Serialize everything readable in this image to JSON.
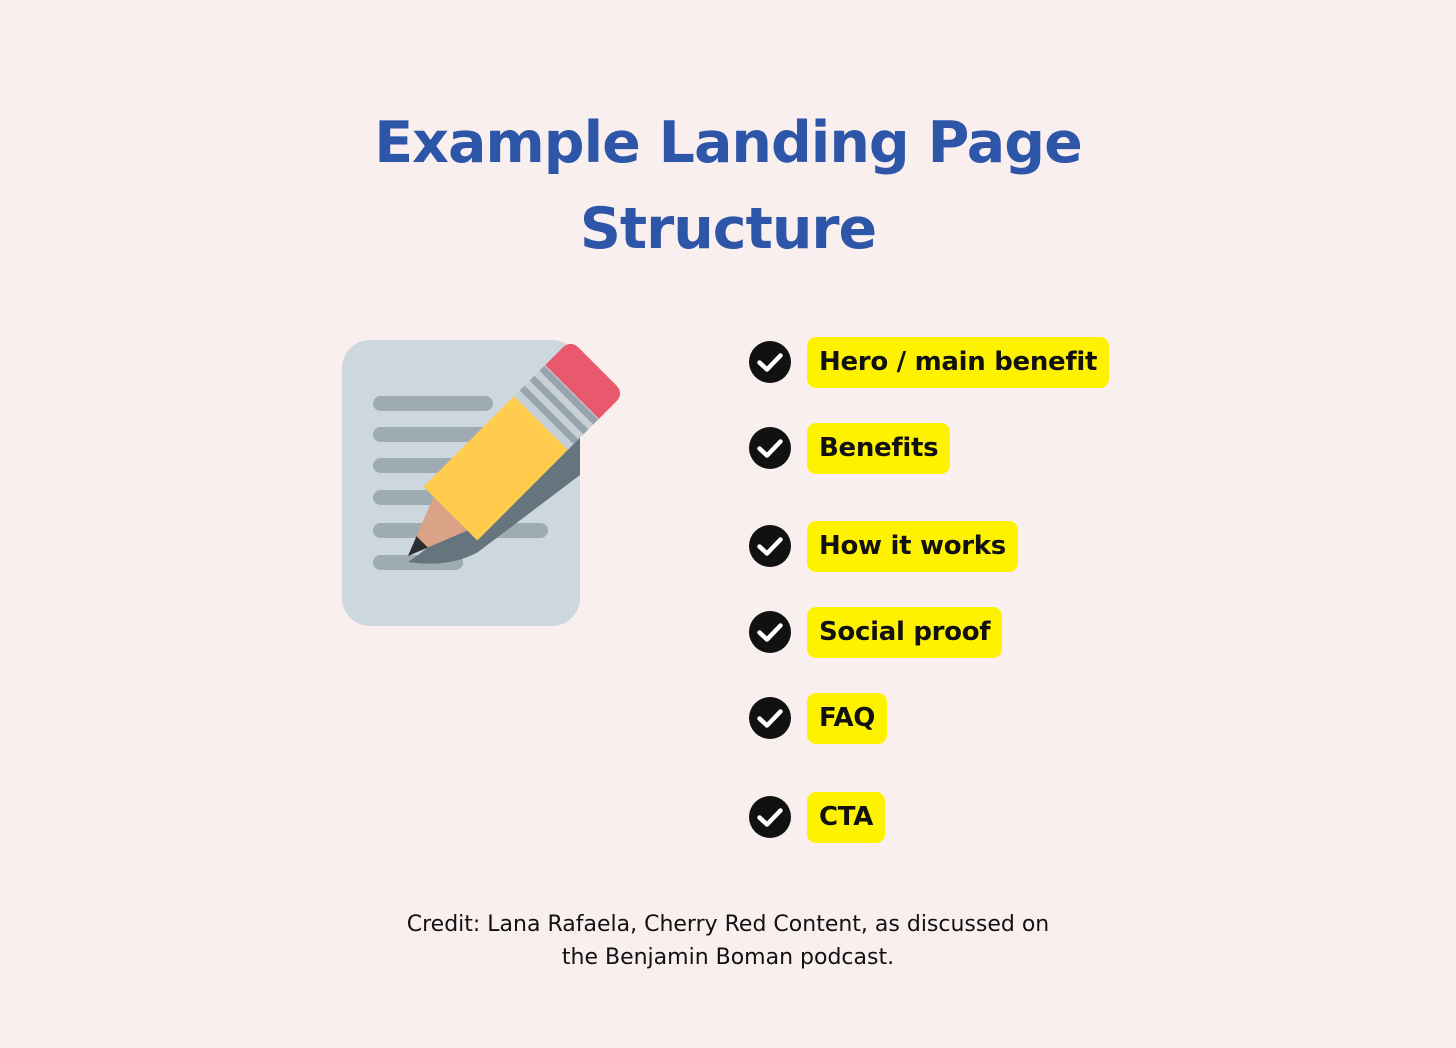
{
  "title": {
    "line1": "Example Landing Page",
    "line2": "Structure"
  },
  "illustration": {
    "icon": "memo-pencil-icon"
  },
  "checklist": {
    "icon": "check-circle-icon",
    "items": [
      {
        "label": "Hero / main benefit"
      },
      {
        "label": "Benefits"
      },
      {
        "label": "How it works"
      },
      {
        "label": "Social proof"
      },
      {
        "label": "FAQ"
      },
      {
        "label": "CTA"
      }
    ]
  },
  "credit": {
    "line1": "Credit: Lana Rafaela, Cherry Red Content, as discussed on",
    "line2": "the Benjamin Boman podcast."
  },
  "colors": {
    "background": "#f9efef",
    "title": "#2d55a8",
    "highlight": "#fff200",
    "check": "#111111",
    "text": "#111111"
  }
}
